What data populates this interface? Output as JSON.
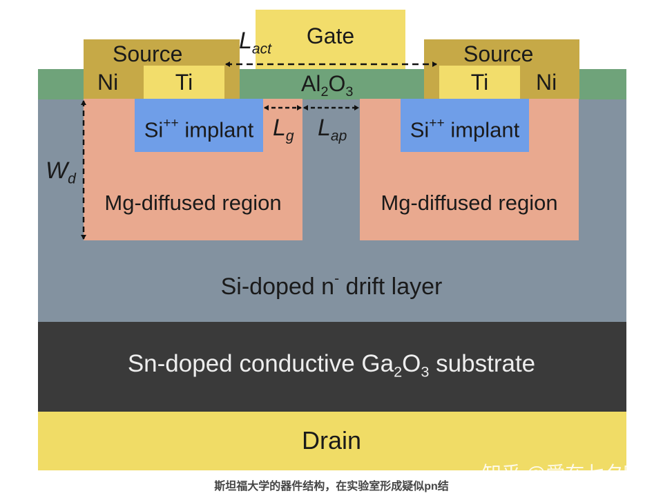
{
  "colors": {
    "metal": "#c6a947",
    "metal_light": "#f2dd6b",
    "oxide": "#6fa37a",
    "drift": "#8392a0",
    "mg_region": "#e9a98f",
    "si_implant": "#6f9ee8",
    "substrate": "#3a3a3a",
    "drain": "#f0dc66"
  },
  "labels": {
    "gate": "Gate",
    "source_left": "Source",
    "source_right": "Source",
    "ni_left": "Ni",
    "ti_left": "Ti",
    "ni_right": "Ni",
    "ti_right": "Ti",
    "oxide": {
      "main": "Al",
      "sub1": "2",
      "mid": "O",
      "sub2": "3"
    },
    "implant_left": {
      "main": "Si",
      "sup": "++",
      "rest": " implant"
    },
    "implant_right": {
      "main": "Si",
      "sup": "++",
      "rest": " implant"
    },
    "mg_left": "Mg-diffused region",
    "mg_right": "Mg-diffused region",
    "drift": {
      "main": "Si-doped n",
      "sup": "-",
      "rest": " drift layer"
    },
    "substrate": {
      "main": "Sn-doped conductive Ga",
      "sub1": "2",
      "mid": "O",
      "sub2": "3",
      "rest": " substrate"
    },
    "drain": "Drain"
  },
  "dimensions": {
    "l_act": {
      "main": "L",
      "sub": "act"
    },
    "l_g": {
      "main": "L",
      "sub": "g"
    },
    "l_ap": {
      "main": "L",
      "sub": "ap"
    },
    "w_d": {
      "main": "W",
      "sub": "d"
    }
  },
  "caption": "斯坦福大学的器件结构，在实验室形成疑似pn结",
  "watermark": "知乎 @爱在七夕时"
}
